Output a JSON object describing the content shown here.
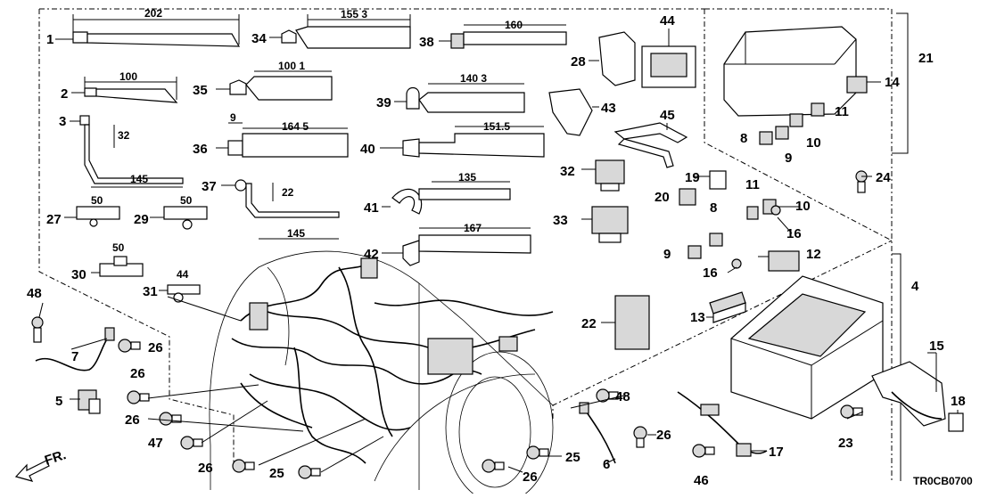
{
  "diagram": {
    "code": "TR0CB0700",
    "direction_label": "FR.",
    "callouts": [
      "1",
      "2",
      "3",
      "4",
      "5",
      "6",
      "7",
      "8",
      "9",
      "10",
      "11",
      "12",
      "13",
      "14",
      "15",
      "16",
      "17",
      "18",
      "19",
      "20",
      "21",
      "22",
      "23",
      "24",
      "25",
      "26",
      "27",
      "28",
      "29",
      "30",
      "31",
      "32",
      "33",
      "34",
      "35",
      "36",
      "37",
      "38",
      "39",
      "40",
      "41",
      "42",
      "43",
      "44",
      "45",
      "46",
      "47",
      "48"
    ],
    "dimensions": [
      "202",
      "100",
      "32",
      "145",
      "50",
      "50",
      "50",
      "44",
      "155 3",
      "100 1",
      "9",
      "164 5",
      "22",
      "145",
      "160",
      "140 3",
      "151.5",
      "135",
      "167"
    ]
  }
}
